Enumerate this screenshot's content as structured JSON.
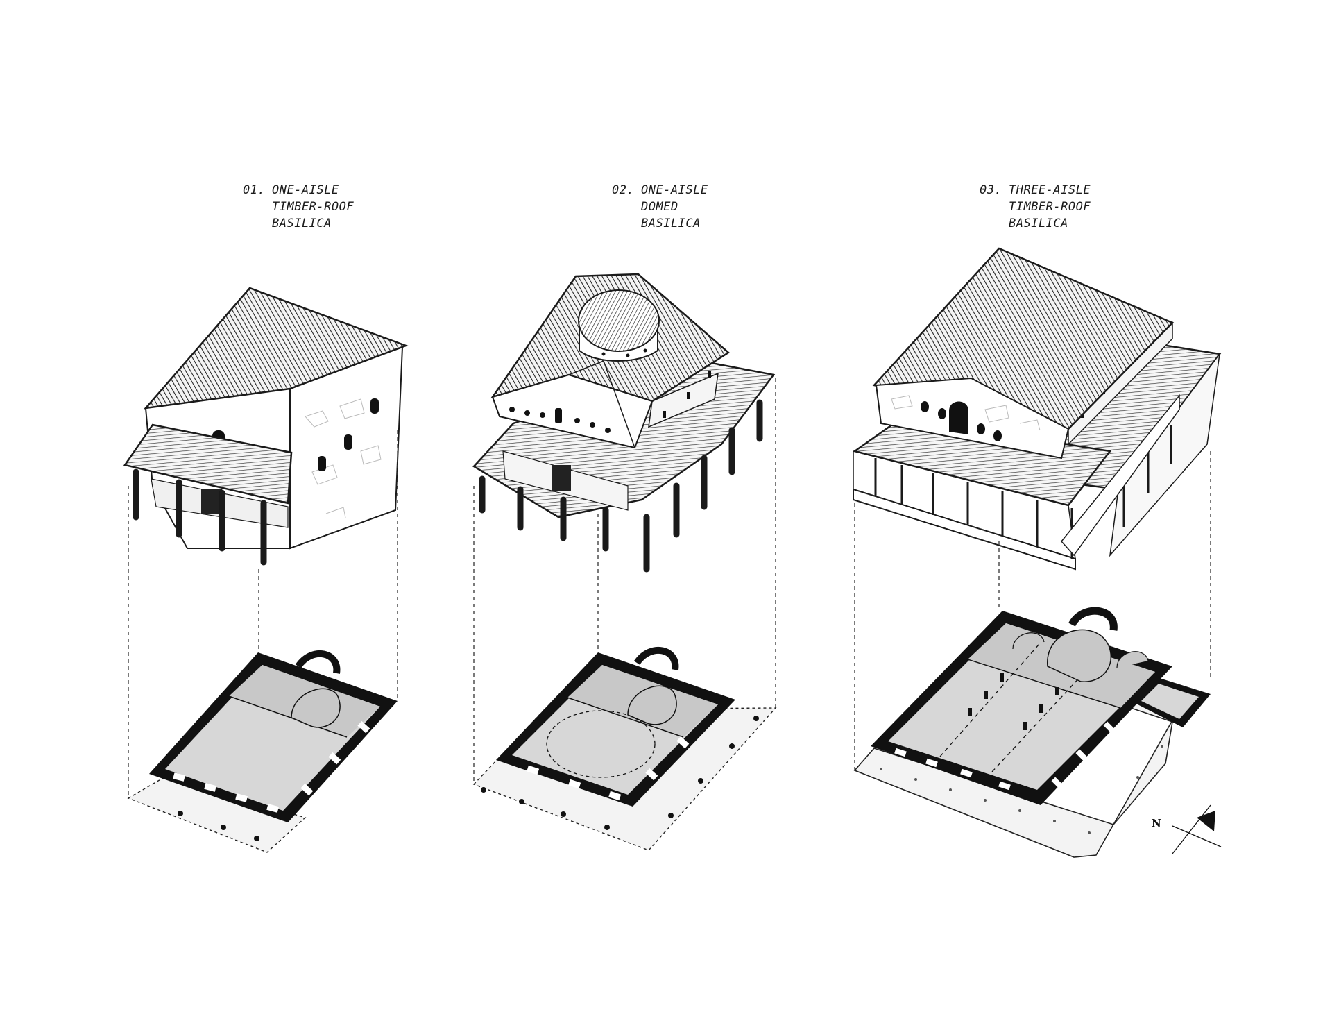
{
  "diagrams": [
    {
      "number": "01.",
      "lines": [
        "ONE-AISLE",
        "TIMBER-ROOF",
        "BASILICA"
      ]
    },
    {
      "number": "02.",
      "lines": [
        "ONE-AISLE",
        "DOMED",
        "BASILICA"
      ]
    },
    {
      "number": "03.",
      "lines": [
        "THREE-AISLE",
        "TIMBER-ROOF",
        "BASILICA"
      ]
    }
  ],
  "compass": {
    "label": "N"
  },
  "colors": {
    "ink": "#1a1a1a",
    "wall": "#111111",
    "floor": "#d7d7d7",
    "apse": "#c8c8c8",
    "porch": "#efefef",
    "paper": "#ffffff"
  }
}
